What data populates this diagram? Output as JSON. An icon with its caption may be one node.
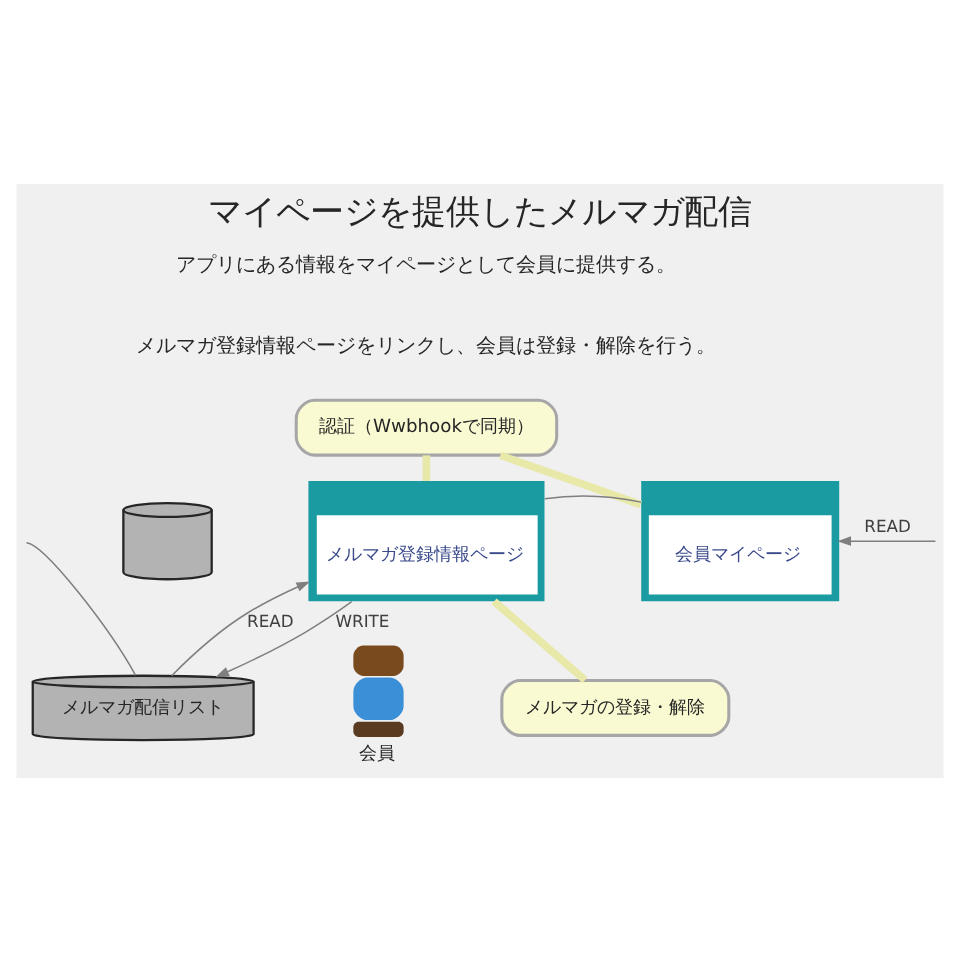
{
  "diagram": {
    "title": "マイページを提供したメルマガ配信",
    "nodes": [
      {
        "text": [
          "認証（Wwbhookで同期）"
        ]
      },
      {
        "text": [],
        "shape": "cylinder"
      },
      {
        "text": [
          "メルマガ登録情報ページ"
        ]
      },
      {
        "text": [
          "会員マイページ"
        ]
      },
      {
        "text": [
          "メルマガの登録・解除"
        ]
      },
      {
        "text": [
          "メルマガ配信リスト"
        ]
      },
      {
        "text": [
          "会員"
        ]
      }
    ],
    "edges": [
      {
        "from": 2,
        "to": 5,
        "arrow": "to",
        "label": "WRITE"
      },
      {
        "from": 5,
        "to": 2,
        "arrow": "to",
        "label": "READ"
      },
      {
        "from": 2,
        "to": 3,
        "arrow": "none"
      },
      {
        "from": null,
        "to": 3,
        "arrow": "to",
        "label": "READ"
      },
      {
        "from": null,
        "to": 5,
        "arrow": "none"
      },
      {
        "from": 0,
        "to": 2,
        "arrow": "none",
        "style": "thick",
        "color": "#e8e8a8"
      },
      {
        "from": 0,
        "to": 3,
        "arrow": "none",
        "style": "thick",
        "color": "#e8e8a8"
      },
      {
        "from": 4,
        "to": 2,
        "arrow": "none",
        "style": "thick",
        "color": "#e8e8a8"
      }
    ],
    "labels": [
      "アプリにある情報をマイページとして会員に提供する。",
      "メルマガ登録情報ページをリンクし、会員は登録・解除を行う。"
    ]
  }
}
